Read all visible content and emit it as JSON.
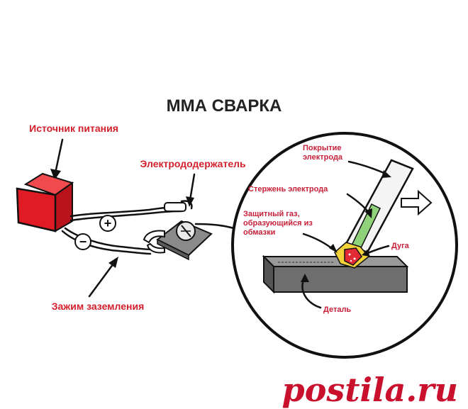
{
  "title": "ММА СВАРКА",
  "labels": {
    "power_source": "Источник питания",
    "electrode_holder": "Электрододержатель",
    "ground_clamp": "Зажим заземления",
    "coating_line1": "Покрытие",
    "coating_line2": "электрода",
    "electrode_core": "Стержень электрода",
    "gas_line1": "Защитный газ,",
    "gas_line2": "образующийся из",
    "gas_line3": "обмазки",
    "arc": "Дуга",
    "workpiece": "Деталь"
  },
  "polarity": {
    "plus": "+",
    "minus": "−"
  },
  "watermark": "postila.ru",
  "colors": {
    "label_red": "#d21f2b",
    "power_box": "#e01b23",
    "electrode_core": "#8fd27a",
    "arc_yellow": "#f3d23a",
    "arc_red": "#e22a36",
    "workpiece_gray": "#6e6e6e",
    "watermark": "#c9102c"
  },
  "icons": [
    "plus-icon",
    "minus-icon",
    "exhaust-arrow-icon"
  ]
}
